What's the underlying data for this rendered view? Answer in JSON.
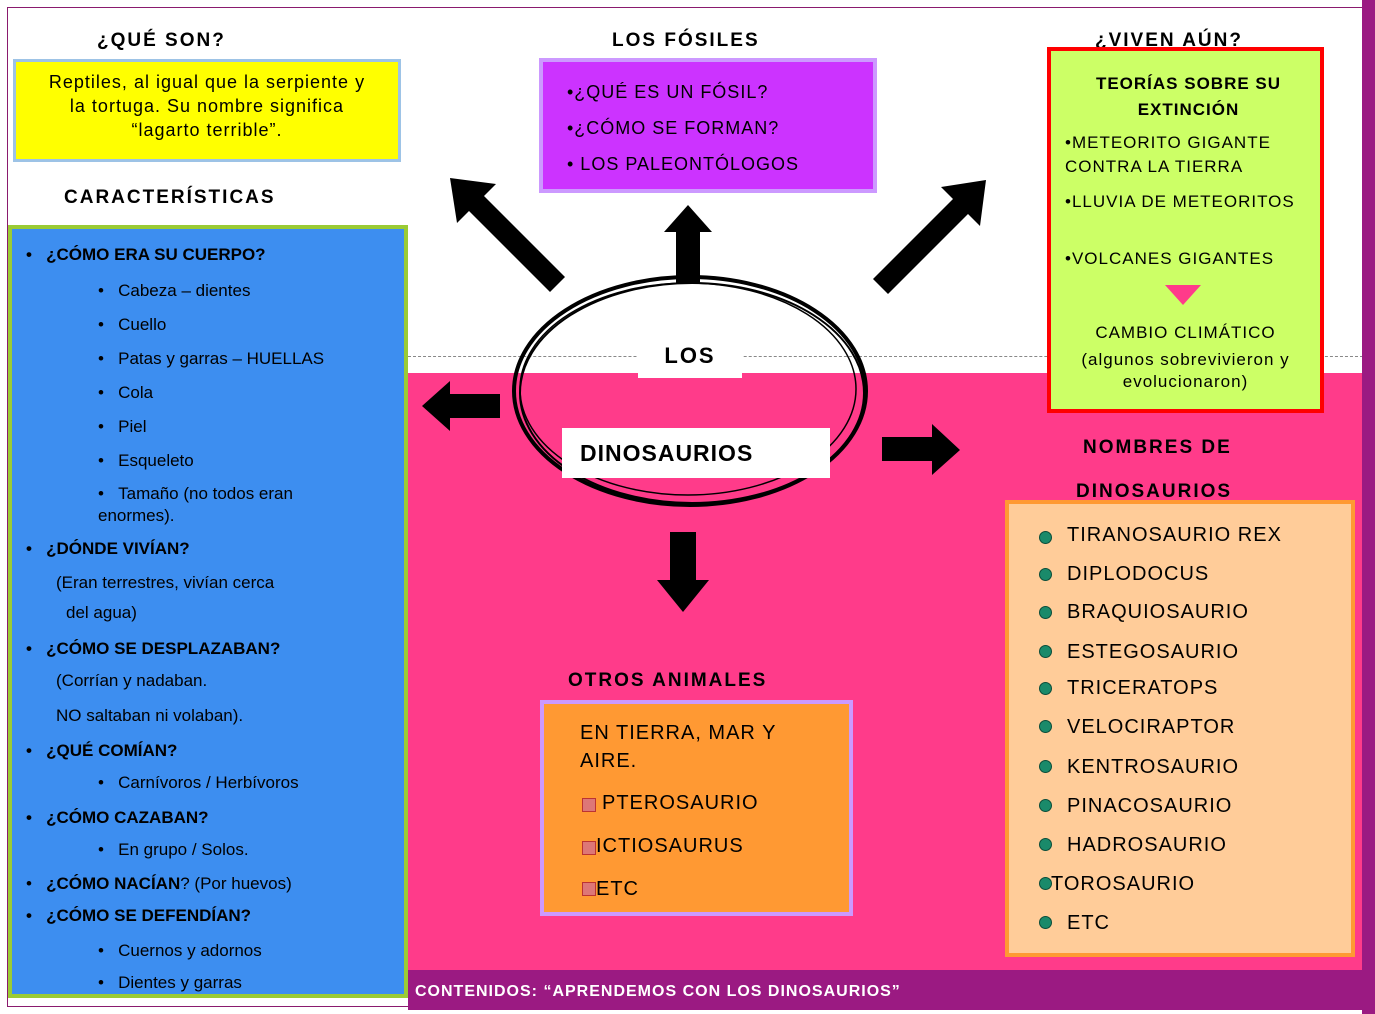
{
  "headings": {
    "que_son": "¿QUÉ SON?",
    "fosiles": "LOS FÓSILES",
    "viven": "¿VIVEN AÚN?",
    "caracteristicas": "CARACTERÍSTICAS",
    "nombres_1": "NOMBRES DE",
    "nombres_2": "DINOSAURIOS",
    "otros": "OTROS ANIMALES"
  },
  "que_son_text": "Reptiles, al igual que la serpiente y la tortuga. Su nombre significa “lagarto terrible”.",
  "fosiles_items": [
    "•¿QUÉ ES UN FÓSIL?",
    "•¿CÓMO SE FORMAN?",
    "• LOS PALEONTÓLOGOS"
  ],
  "viven": {
    "title": "TEORÍAS SOBRE SU EXTINCIÓN",
    "items": [
      "•METEORITO GIGANTE CONTRA LA TIERRA",
      "•LLUVIA DE METEORITOS",
      "•VOLCANES GIGANTES"
    ],
    "conclusion": "CAMBIO CLIMÁTICO",
    "note": "(algunos sobrevivieron y evolucionaron)"
  },
  "center": {
    "line1": "LOS",
    "line2": "DINOSAURIOS"
  },
  "caracteristicas": {
    "q1": "¿CÓMO ERA SU CUERPO?",
    "body": [
      "Cabeza – dientes",
      "Cuello",
      "Patas y garras – HUELLAS",
      "Cola",
      "Piel",
      "Esqueleto",
      "Tamaño (no todos eran",
      "enormes)."
    ],
    "q2": "¿DÓNDE VIVÍAN?",
    "a2a": "(Eran terrestres, vivían cerca",
    "a2b": "del agua)",
    "q3": "¿CÓMO SE DESPLAZABAN?",
    "a3a": "(Corrían y nadaban.",
    "a3b": "NO saltaban ni volaban).",
    "q4": "¿QUÉ COMÍAN?",
    "a4": "Carnívoros / Herbívoros",
    "q5": "¿CÓMO CAZABAN?",
    "a5": "En grupo / Solos.",
    "q6": "¿CÓMO NACÍAN",
    "a6": "? (Por huevos)",
    "q7": "¿CÓMO SE DEFENDÍAN?",
    "a7a": "Cuernos y adornos",
    "a7b": "Dientes y garras"
  },
  "otros": {
    "intro1": "EN TIERRA, MAR Y",
    "intro2": "AIRE.",
    "items": [
      "PTEROSAURIO",
      "ICTIOSAURUS",
      "ETC"
    ]
  },
  "nombres": [
    "TIRANOSAURIO REX",
    "DIPLODOCUS",
    "BRAQUIOSAURIO",
    "ESTEGOSAURIO",
    "TRICERATOPS",
    "VELOCIRAPTOR",
    "KENTROSAURIO",
    "PINACOSAURIO",
    "HADROSAURIO",
    "TOROSAURIO",
    "ETC"
  ],
  "footer": "CONTENIDOS: “APRENDEMOS CON LOS DINOSAURIOS”"
}
